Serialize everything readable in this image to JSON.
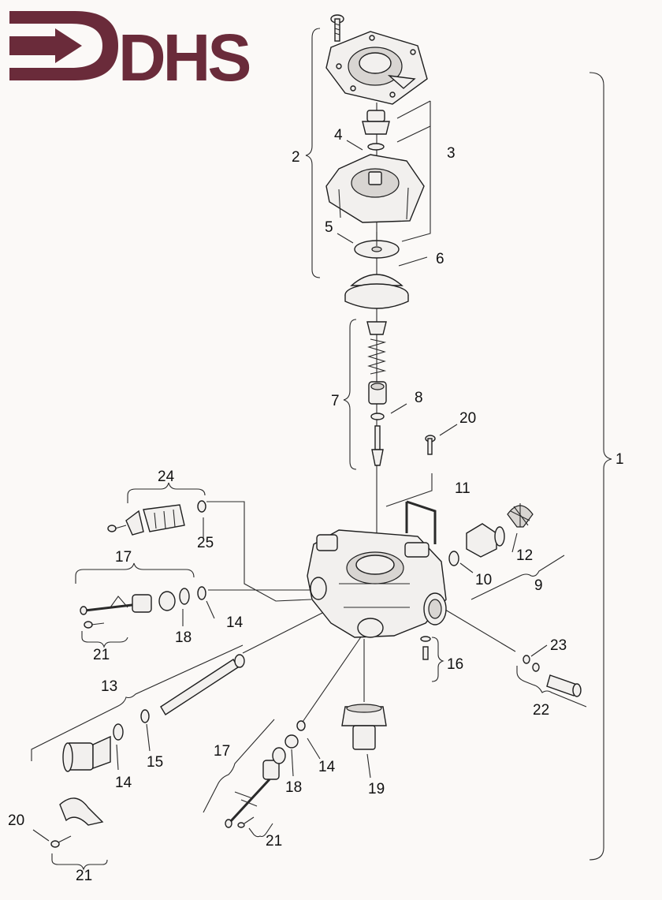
{
  "logo": {
    "text": "DHS",
    "color": "#6a2b3a"
  },
  "diagram": {
    "callouts": [
      {
        "id": "c1",
        "text": "1"
      },
      {
        "id": "c2",
        "text": "2"
      },
      {
        "id": "c3",
        "text": "3"
      },
      {
        "id": "c4",
        "text": "4"
      },
      {
        "id": "c5",
        "text": "5"
      },
      {
        "id": "c6",
        "text": "6"
      },
      {
        "id": "c7",
        "text": "7"
      },
      {
        "id": "c8",
        "text": "8"
      },
      {
        "id": "c9",
        "text": "9"
      },
      {
        "id": "c10",
        "text": "10"
      },
      {
        "id": "c11",
        "text": "11"
      },
      {
        "id": "c12",
        "text": "12"
      },
      {
        "id": "c13",
        "text": "13"
      },
      {
        "id": "c14a",
        "text": "14"
      },
      {
        "id": "c14b",
        "text": "14"
      },
      {
        "id": "c14c",
        "text": "14"
      },
      {
        "id": "c15",
        "text": "15"
      },
      {
        "id": "c16",
        "text": "16"
      },
      {
        "id": "c17a",
        "text": "17"
      },
      {
        "id": "c17b",
        "text": "17"
      },
      {
        "id": "c18a",
        "text": "18"
      },
      {
        "id": "c18b",
        "text": "18"
      },
      {
        "id": "c19",
        "text": "19"
      },
      {
        "id": "c20a",
        "text": "20"
      },
      {
        "id": "c20b",
        "text": "20"
      },
      {
        "id": "c21a",
        "text": "21"
      },
      {
        "id": "c21b",
        "text": "21"
      },
      {
        "id": "c21c",
        "text": "21"
      },
      {
        "id": "c22",
        "text": "22"
      },
      {
        "id": "c23",
        "text": "23"
      },
      {
        "id": "c24",
        "text": "24"
      },
      {
        "id": "c25",
        "text": "25"
      }
    ]
  }
}
